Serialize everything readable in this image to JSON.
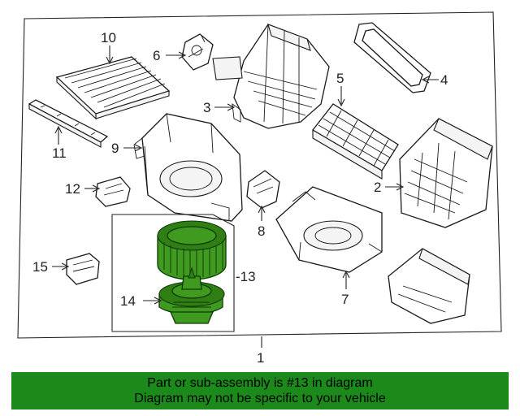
{
  "callouts": {
    "c1": "1",
    "c2": "2",
    "c3": "3",
    "c4": "4",
    "c5": "5",
    "c6": "6",
    "c7": "7",
    "c8": "8",
    "c9": "9",
    "c10": "10",
    "c11": "11",
    "c12": "12",
    "c13": "-13",
    "c14": "14",
    "c15": "15"
  },
  "banner": {
    "line1": "Part or sub-assembly is #13 in diagram",
    "line2": "Diagram may not be specific to your vehicle"
  },
  "colors": {
    "highlight_part": "#3f9a1f",
    "banner_bg": "#1b8a1b"
  }
}
